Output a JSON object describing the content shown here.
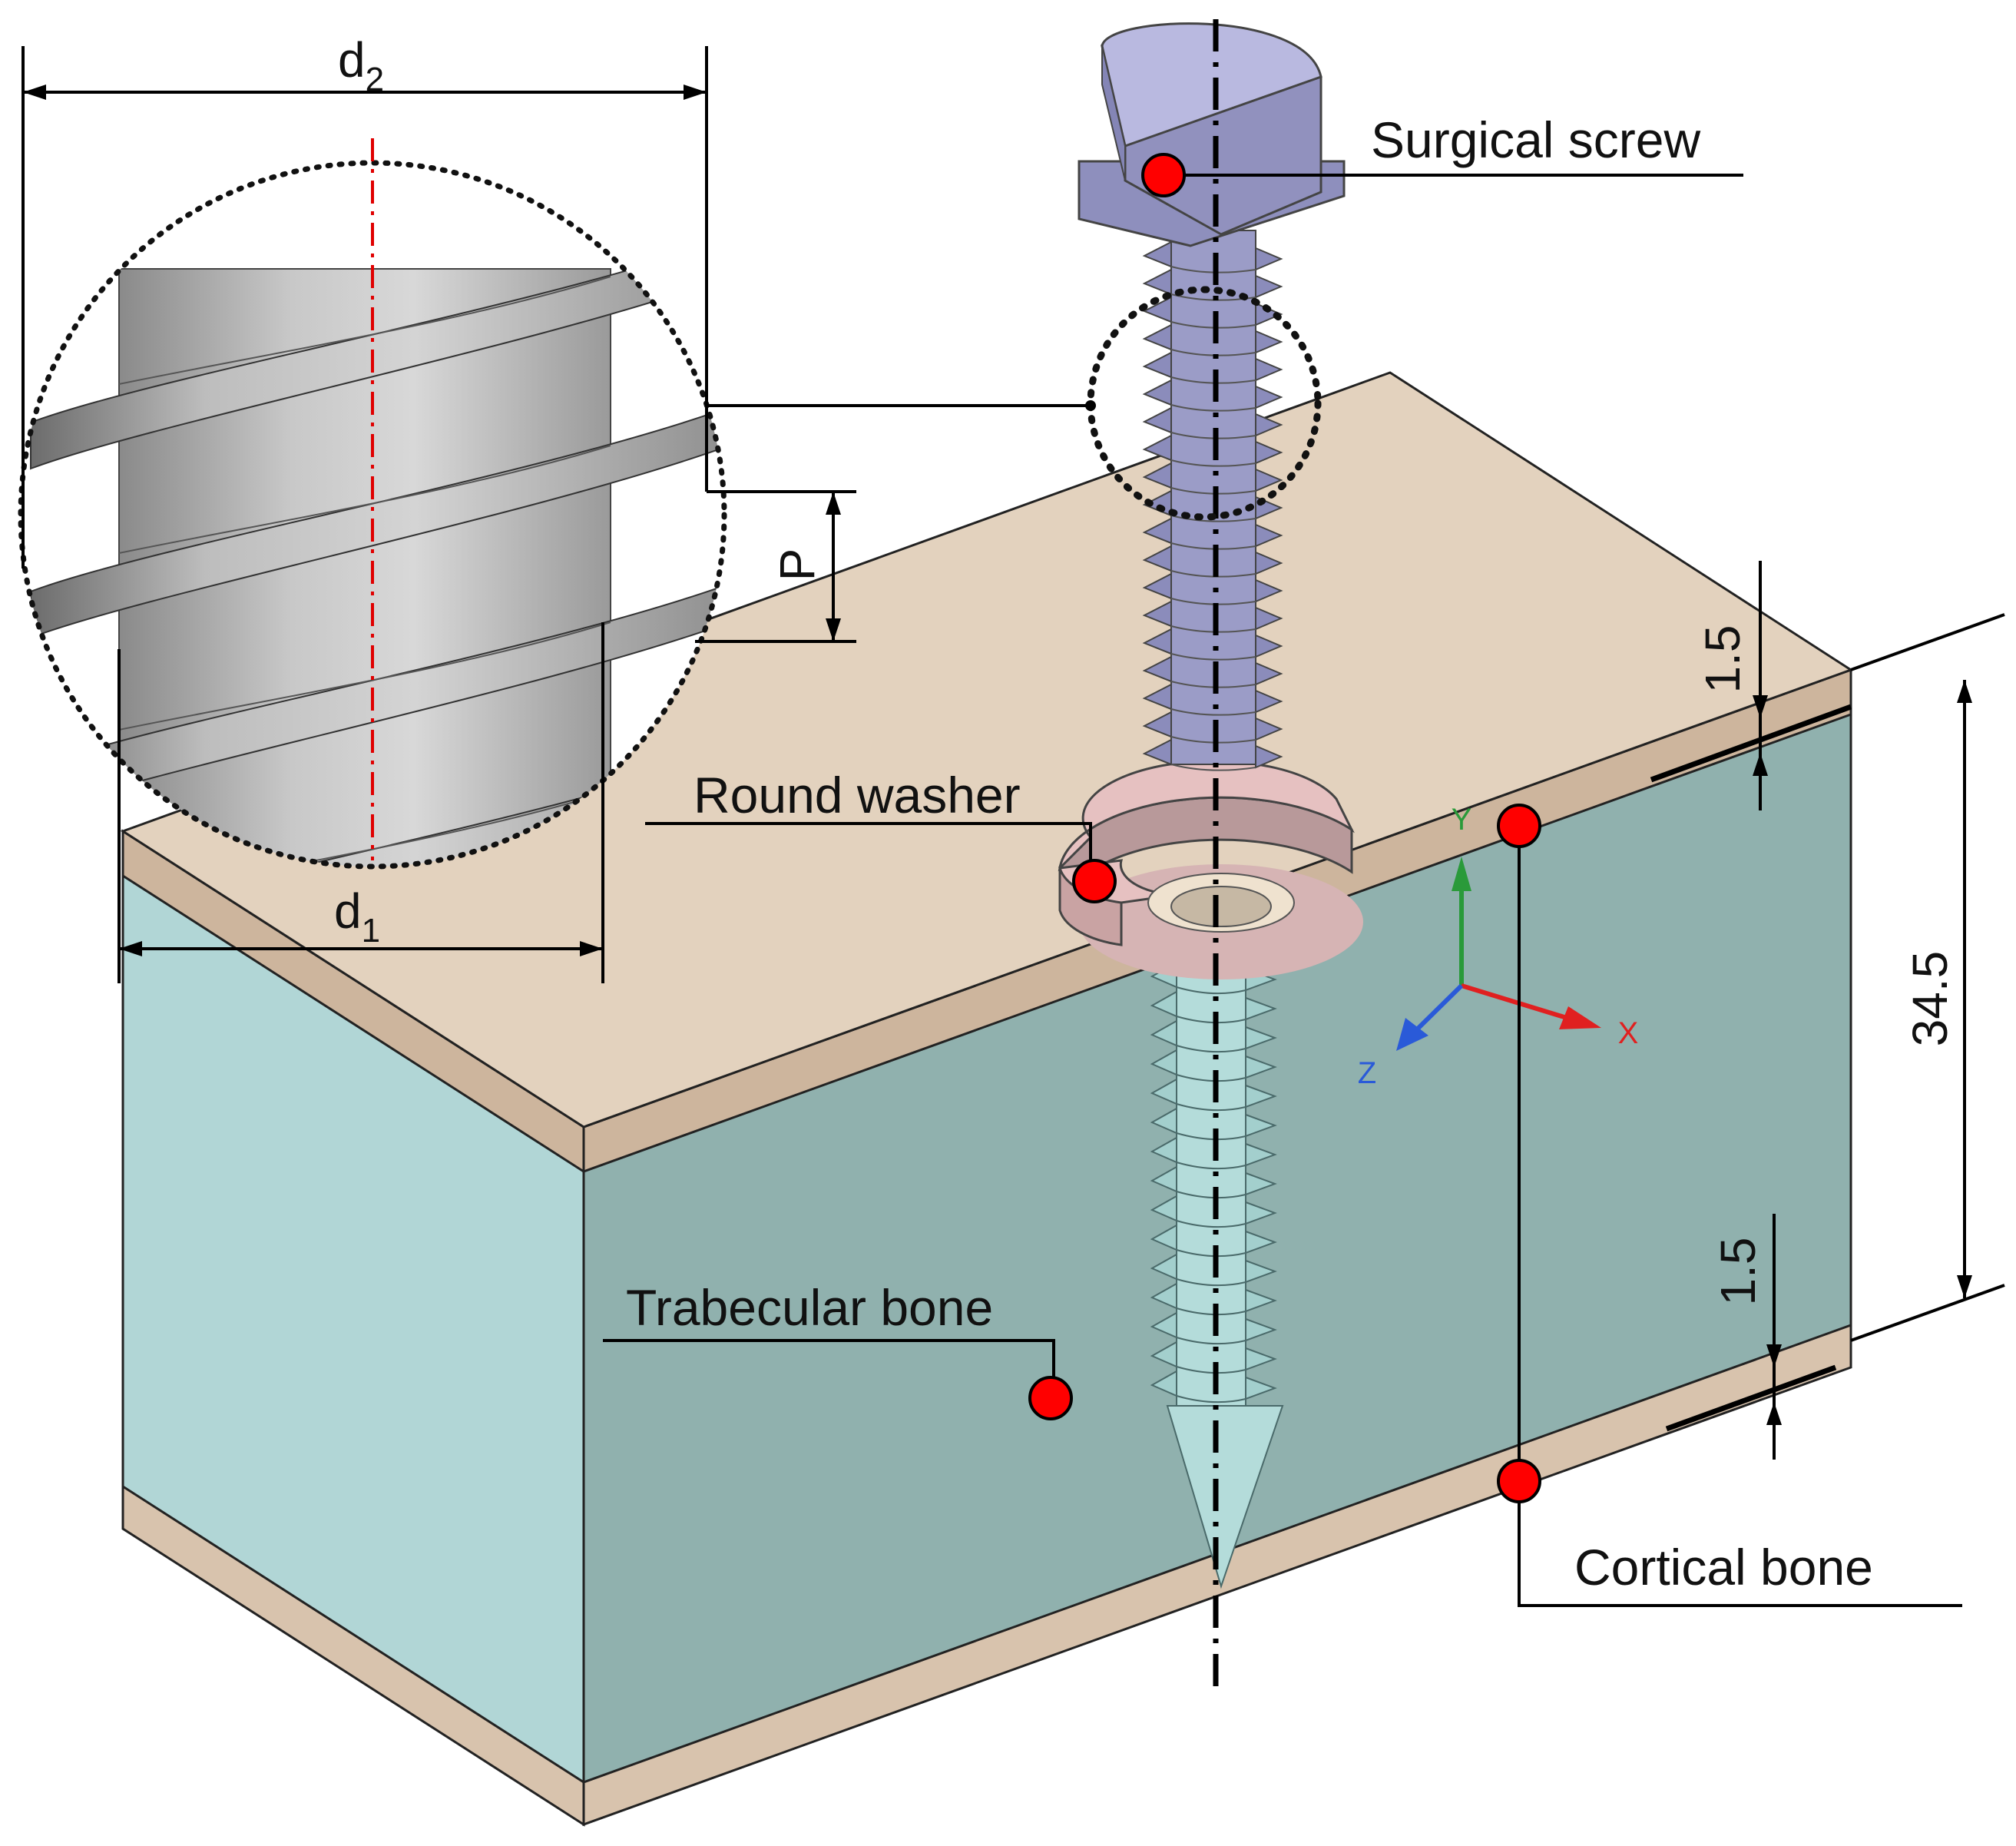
{
  "labels": {
    "surgical_screw": "Surgical screw",
    "round_washer": "Round washer",
    "trabecular_bone": "Trabecular bone",
    "cortical_bone": "Cortical bone"
  },
  "dimensions": {
    "d2": "d",
    "d2_sub": "2",
    "d1": "d",
    "d1_sub": "1",
    "pitch": "P",
    "cortical_top": "1.5",
    "total_height": "34.5",
    "cortical_bottom": "1.5"
  },
  "axes": {
    "x": "X",
    "y": "Y",
    "z": "Z"
  },
  "colors": {
    "cortical": "#e3d2be",
    "trabecular_front": "#90b1ae",
    "trabecular_side": "#b1d6d6",
    "screw_head": "#9b9cc7",
    "washer": "#e6c1c1",
    "screw_in_bone": "#b4dcda",
    "marker": "#ff0000",
    "axis_x": "#e02020",
    "axis_y": "#2a9a3a",
    "axis_z": "#2a5ad8"
  }
}
